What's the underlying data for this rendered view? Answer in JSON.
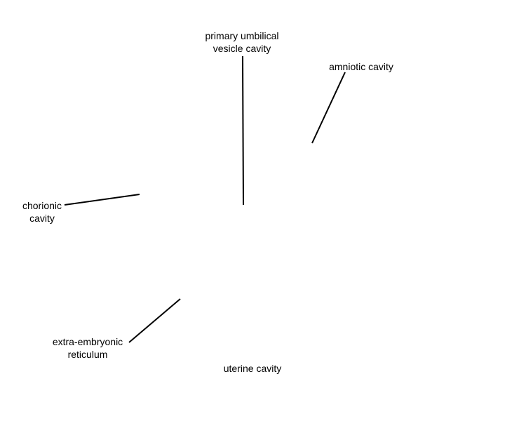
{
  "labels": {
    "primary_umbilical_vesicle_cavity": [
      "primary umbilical",
      "vesicle cavity"
    ],
    "amniotic_cavity": [
      "amniotic cavity"
    ],
    "chorionic_cavity": [
      "chorionic",
      "cavity"
    ],
    "extra_embryonic_reticulum": [
      "extra-embryonic",
      "reticulum"
    ],
    "uterine_cavity": [
      "uterine cavity"
    ]
  },
  "colors": {
    "background": "#ffffff",
    "line": "#000000",
    "text": "#000000"
  }
}
